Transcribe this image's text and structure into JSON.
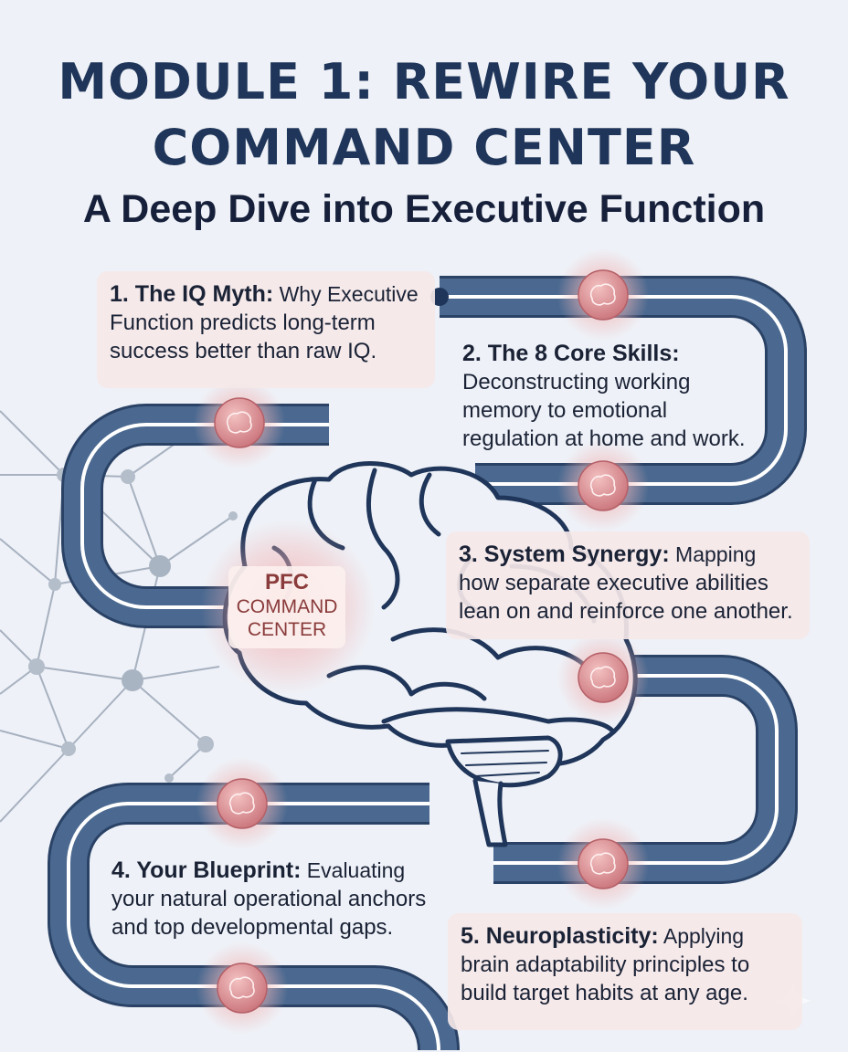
{
  "header": {
    "title_line1": "MODULE 1: REWIRE YOUR",
    "title_line2": "COMMAND CENTER",
    "subtitle": "A Deep Dive into Executive Function"
  },
  "brain_label": {
    "line1": "PFC",
    "line2": "COMMAND",
    "line3": "CENTER"
  },
  "steps": [
    {
      "heading": "1. The IQ Myth:",
      "text_a": " Why Executive",
      "text_b": "Function predicts long-term success better than raw IQ."
    },
    {
      "heading": "2. The 8 Core Skills:",
      "text_b": "Deconstructing working memory to emotional regulation at home and work."
    },
    {
      "heading": "3. System Synergy:",
      "text_a": " Mapping",
      "text_b": "how separate executive abilities lean on and reinforce one another."
    },
    {
      "heading": "4. Your Blueprint:",
      "text_a": " Evaluating",
      "text_b": "your natural operational anchors and top developmental gaps."
    },
    {
      "heading": "5. Neuroplasticity:",
      "text_a": " Applying",
      "text_b": "brain adaptability principles to build target habits at any age."
    }
  ],
  "colors": {
    "background": "#eef1f7",
    "track": "#4b6990",
    "track_outline": "#2a4266",
    "title": "#1f3559",
    "card": "#f5e8e8",
    "node": "#d4828a",
    "network": "#9aa7b8"
  },
  "icons": [
    "brain-icon",
    "neural-network",
    "path-track"
  ]
}
